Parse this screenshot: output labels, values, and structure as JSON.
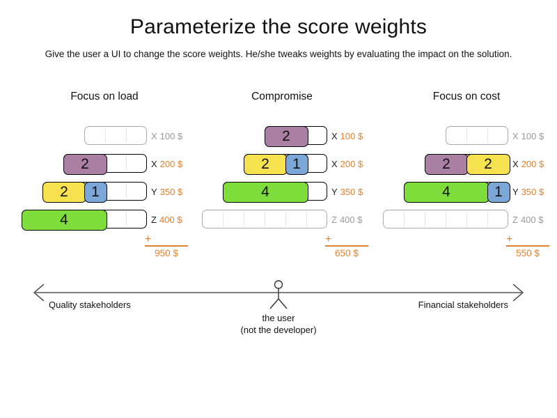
{
  "title": "Parameterize the score weights",
  "subtitle": "Give the user a UI to change the score weights. He/she tweaks weights by evaluating the impact on the solution.",
  "plus_sign": "+",
  "colors": {
    "purple": "#aa7fa4",
    "yellow": "#f6e14f",
    "blue": "#7aa6d8",
    "green": "#7edc3b",
    "orange": "#e2812e",
    "inactive_text": "#999999",
    "active_letter": "#1a1a1a",
    "empty_border": "#aaaaaa",
    "block_border": "#000000",
    "axis_line": "#808080"
  },
  "columns": [
    {
      "heading": "Focus on load",
      "total": "950 $",
      "rows": [
        {
          "cells": 3,
          "active": false,
          "letter": "X",
          "cost": "100 $",
          "blocks": []
        },
        {
          "cells": 4,
          "active": true,
          "letter": "X",
          "cost": "200 $",
          "blocks": [
            {
              "value": "2",
              "color": "purple",
              "span": 2
            }
          ]
        },
        {
          "cells": 5,
          "active": true,
          "letter": "Y",
          "cost": "350 $",
          "blocks": [
            {
              "value": "2",
              "color": "yellow",
              "span": 2
            },
            {
              "value": "1",
              "color": "blue",
              "span": 1
            }
          ]
        },
        {
          "cells": 6,
          "active": true,
          "letter": "Z",
          "cost": "400 $",
          "blocks": [
            {
              "value": "4",
              "color": "green",
              "span": 4
            }
          ]
        }
      ]
    },
    {
      "heading": "Compromise",
      "total": "650 $",
      "rows": [
        {
          "cells": 3,
          "active": true,
          "letter": "X",
          "cost": "100 $",
          "blocks": [
            {
              "value": "2",
              "color": "purple",
              "span": 2
            }
          ]
        },
        {
          "cells": 4,
          "active": true,
          "letter": "X",
          "cost": "200 $",
          "blocks": [
            {
              "value": "2",
              "color": "yellow",
              "span": 2
            },
            {
              "value": "1",
              "color": "blue",
              "span": 1
            }
          ]
        },
        {
          "cells": 5,
          "active": true,
          "letter": "Y",
          "cost": "350 $",
          "blocks": [
            {
              "value": "4",
              "color": "green",
              "span": 4
            }
          ]
        },
        {
          "cells": 6,
          "active": false,
          "letter": "Z",
          "cost": "400 $",
          "blocks": []
        }
      ]
    },
    {
      "heading": "Focus on cost",
      "total": "550 $",
      "rows": [
        {
          "cells": 3,
          "active": false,
          "letter": "X",
          "cost": "100 $",
          "blocks": []
        },
        {
          "cells": 4,
          "active": true,
          "letter": "X",
          "cost": "200 $",
          "blocks": [
            {
              "value": "2",
              "color": "purple",
              "span": 2
            },
            {
              "value": "2",
              "color": "yellow",
              "span": 2
            }
          ]
        },
        {
          "cells": 5,
          "active": true,
          "letter": "Y",
          "cost": "350 $",
          "blocks": [
            {
              "value": "4",
              "color": "green",
              "span": 4
            },
            {
              "value": "1",
              "color": "blue",
              "span": 1
            }
          ]
        },
        {
          "cells": 6,
          "active": false,
          "letter": "Z",
          "cost": "400 $",
          "blocks": []
        }
      ]
    }
  ],
  "axis": {
    "left_label": "Quality stakeholders",
    "right_label": "Financial stakeholders",
    "center_line1": "the user",
    "center_line2": "(not the developer)"
  }
}
